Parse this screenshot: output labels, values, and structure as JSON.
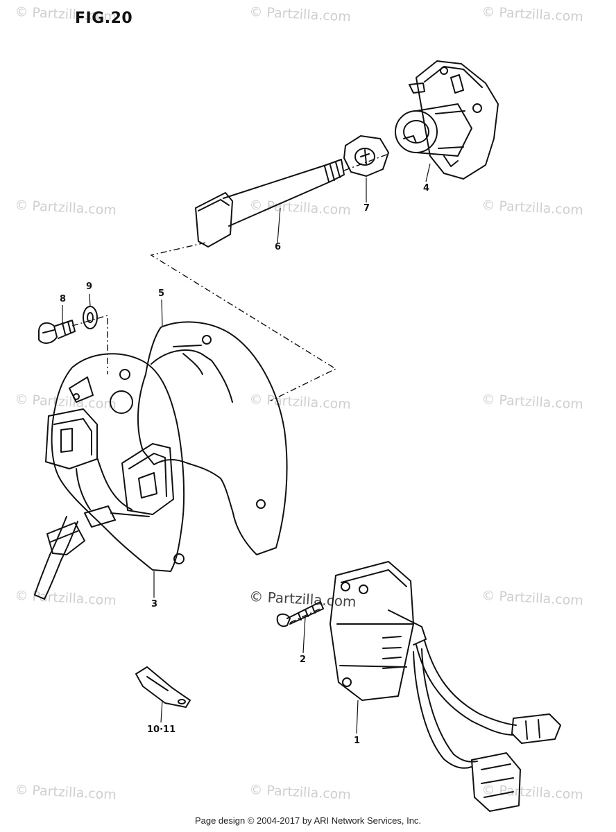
{
  "figure": {
    "title": "FIG.20"
  },
  "callouts": [
    "1",
    "2",
    "3",
    "4",
    "5",
    "6",
    "7",
    "8",
    "9",
    "10·11"
  ],
  "watermark": {
    "text": "© Partzilla.com",
    "text_center": "© Partzilla.com"
  },
  "footer": {
    "text": "Page design © 2004-2017 by ARI Network Services, Inc."
  }
}
